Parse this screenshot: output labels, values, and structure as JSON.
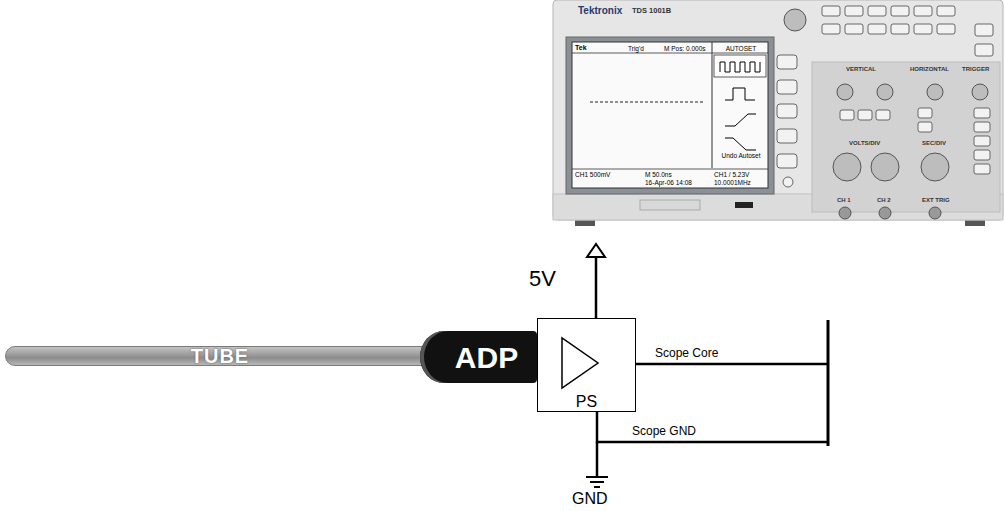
{
  "diagram": {
    "nodes": [
      {
        "text": [
          "TUBE"
        ]
      },
      {
        "text": [
          "ADP"
        ]
      },
      {
        "text": [
          "PS"
        ]
      }
    ],
    "labels": [
      "Tektronix",
      "TDS 1001B",
      "Tek",
      "Trig'd",
      "M Pos: 0.000s",
      "AUTOSET",
      "Undo Autoset",
      "CH1 500mV",
      "M 50.0ns",
      "CH1 / 5.23V",
      "16-Apr-06 14:08",
      "10.0001MHz",
      "VERTICAL",
      "HORIZONTAL",
      "TRIGGER",
      "VOLTS/DIV",
      "SEC/DIV",
      "CH 1",
      "CH 2",
      "EXT TRIG",
      "5V",
      "Scope Core",
      "Scope GND",
      "GND"
    ]
  }
}
